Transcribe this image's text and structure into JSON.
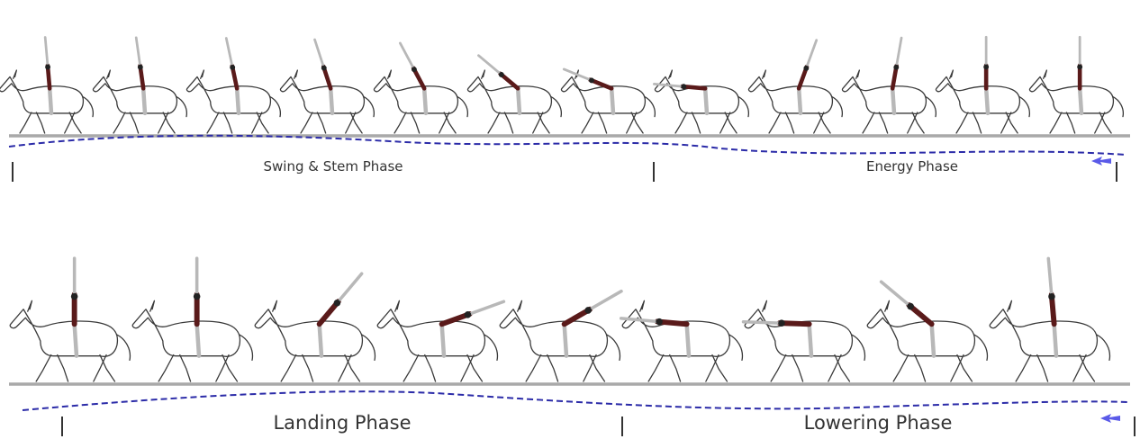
{
  "colors": {
    "horse_line": "#3a3a3a",
    "rider_leg": "#b8b8b8",
    "rider_body": "#5a1a1a",
    "ground": "#a9a9a9",
    "rider_path": "#2b2ba8",
    "direction_arrow": "#5a5ae8",
    "divider": "#333333"
  },
  "rows": [
    {
      "phases": [
        "Swing & Stem Phase",
        "Energy Phase"
      ],
      "direction_icon": "arrow-left-icon",
      "figures": [
        {
          "body_angle_deg": -5
        },
        {
          "body_angle_deg": -8
        },
        {
          "body_angle_deg": -12
        },
        {
          "body_angle_deg": -18
        },
        {
          "body_angle_deg": -28
        },
        {
          "body_angle_deg": -50
        },
        {
          "body_angle_deg": -68
        },
        {
          "body_angle_deg": -85
        },
        {
          "body_angle_deg": 20
        },
        {
          "body_angle_deg": 10
        },
        {
          "body_angle_deg": 0
        },
        {
          "body_angle_deg": 0
        }
      ]
    },
    {
      "phases": [
        "Landing Phase",
        "Lowering Phase"
      ],
      "direction_icon": "arrow-left-icon",
      "figures": [
        {
          "body_angle_deg": 0
        },
        {
          "body_angle_deg": 0
        },
        {
          "body_angle_deg": 40
        },
        {
          "body_angle_deg": 70
        },
        {
          "body_angle_deg": 60
        },
        {
          "body_angle_deg": -85
        },
        {
          "body_angle_deg": -88
        },
        {
          "body_angle_deg": -50
        },
        {
          "body_angle_deg": -5
        }
      ]
    }
  ]
}
